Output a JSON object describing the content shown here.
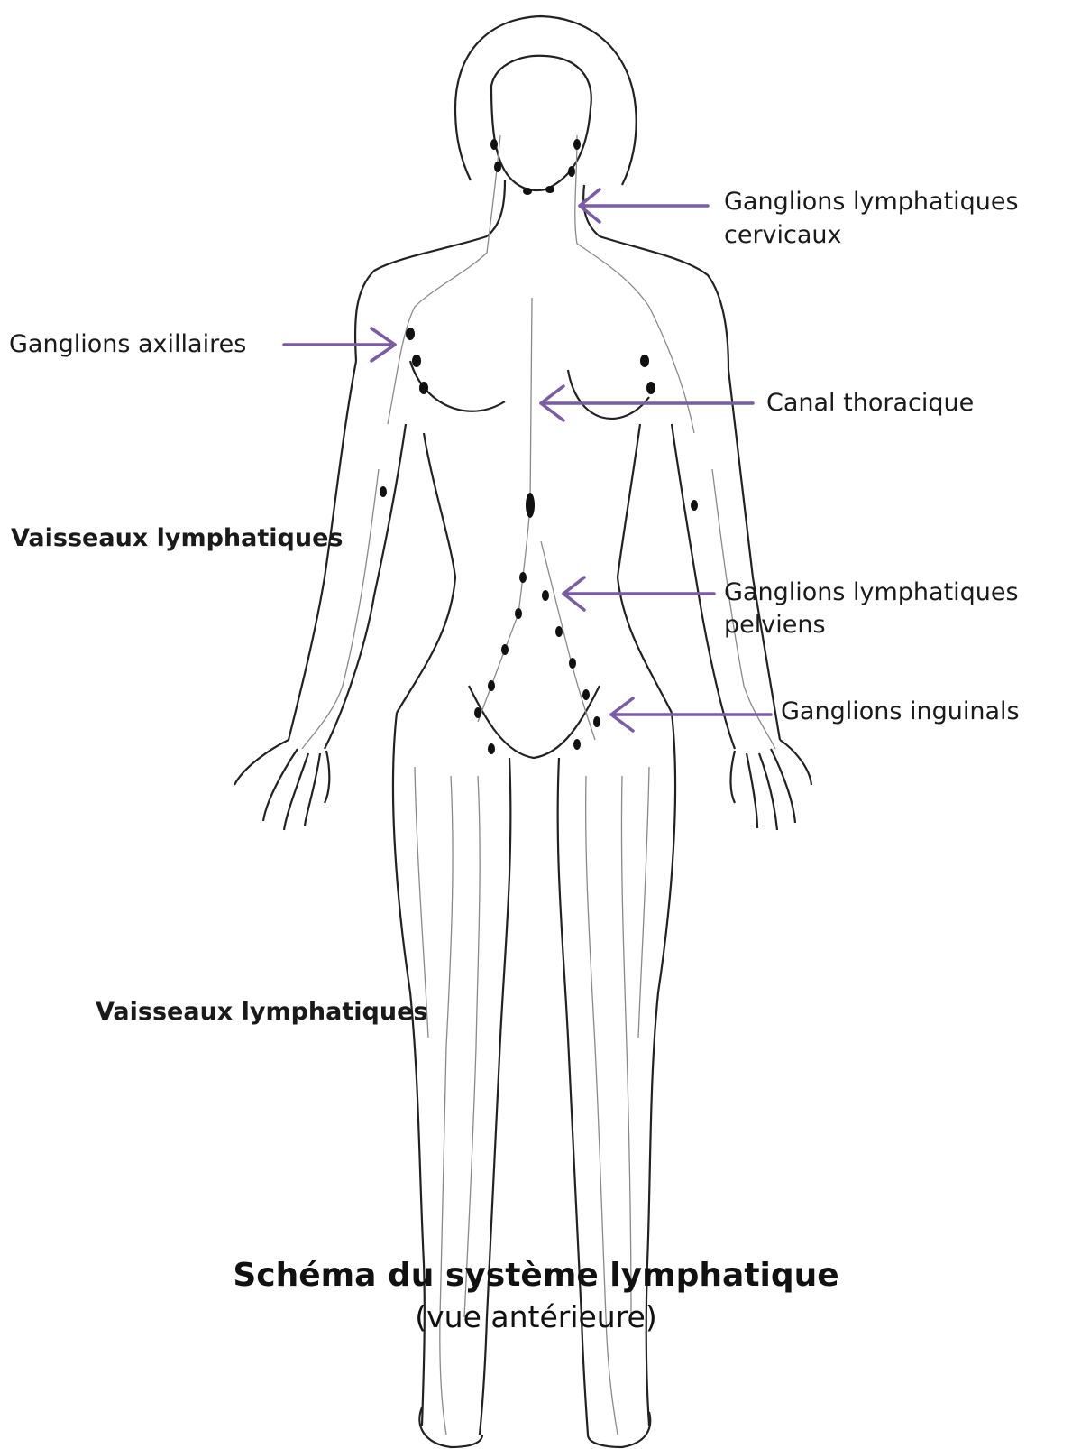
{
  "labels": {
    "cervical": [
      "Ganglions lymphatiques",
      "cervicaux"
    ],
    "axillary": "Ganglions axillaires",
    "thoracic": "Canal thoracique",
    "vessels_upper": "Vaisseaux lymphatiques",
    "pelvic": [
      "Ganglions lymphatiques",
      "pelviens"
    ],
    "inguinal": "Ganglions inguinals",
    "vessels_lower": "Vaisseaux lymphatiques"
  },
  "title": {
    "main": "Schéma du système lymphatique",
    "sub": "(vue antérieure)"
  },
  "colors": {
    "arrow": "#7b5aa6",
    "ink": "#222222",
    "vessel": "#8a8a8a",
    "node": "#111111"
  }
}
